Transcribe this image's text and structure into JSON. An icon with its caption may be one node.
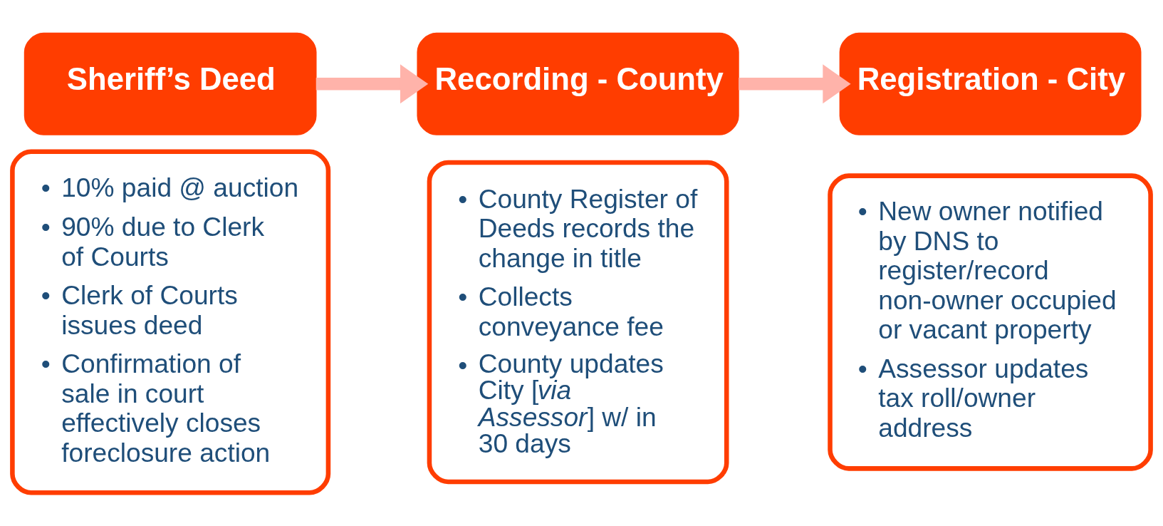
{
  "diagram": {
    "nodes": [
      {
        "text": [
          "Sheriff’s Deed"
        ]
      },
      {
        "text": [
          "• 10% paid @ auction",
          "• 90% due to Clerk of Courts",
          "• Clerk of Courts issues deed",
          "• Confirmation of sale in court effectively closes foreclosure action"
        ]
      },
      {
        "text": [
          "Recording - County"
        ]
      },
      {
        "text": [
          "• County Register of Deeds records the change in title",
          "• Collects conveyance fee",
          "• County updates City [*via Assessor*] w/ in 30 days"
        ]
      },
      {
        "text": [
          "Registration - City"
        ]
      },
      {
        "text": [
          "• New owner notified by DNS to register/record non-owner occupied or vacant property",
          "• Assessor updates tax roll/owner address"
        ]
      }
    ],
    "edges": [
      {
        "from": 0,
        "to": 2,
        "arrow": "to"
      },
      {
        "from": 2,
        "to": 4,
        "arrow": "to"
      }
    ]
  }
}
